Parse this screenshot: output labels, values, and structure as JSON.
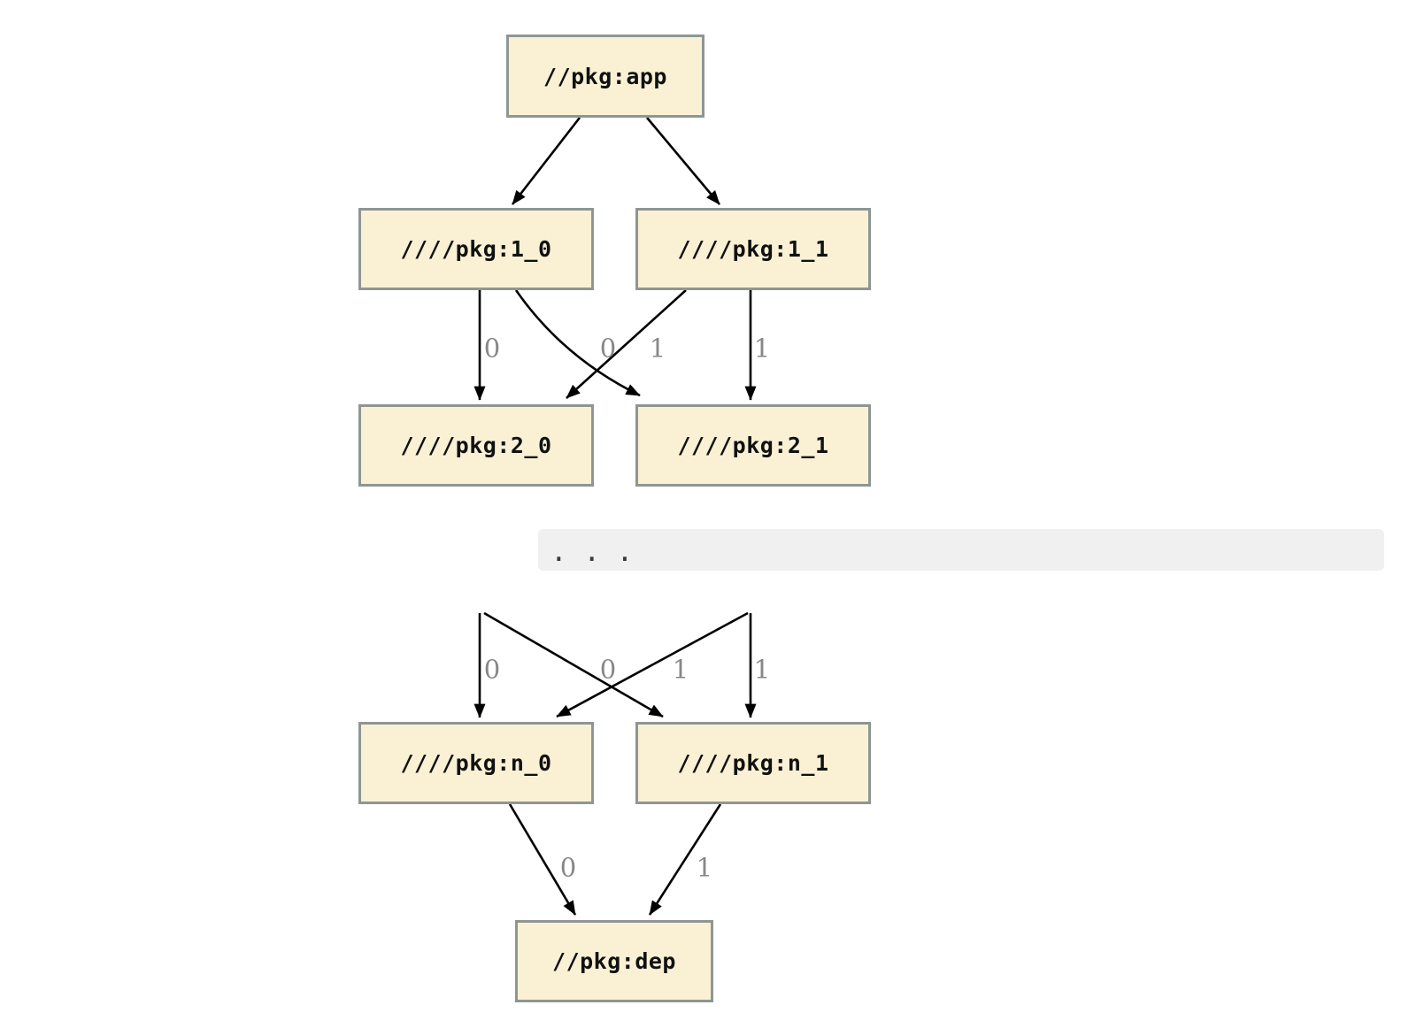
{
  "diagram": {
    "nodes": {
      "app": "//pkg:app",
      "l1_0": "////pkg:1_0",
      "l1_1": "////pkg:1_1",
      "l2_0": "////pkg:2_0",
      "l2_1": "////pkg:2_1",
      "ln_0": "////pkg:n_0",
      "ln_1": "////pkg:n_1",
      "dep": "//pkg:dep"
    },
    "edge_labels": {
      "upper": [
        "0",
        "0",
        "1",
        "1"
      ],
      "middle": [
        "0",
        "0",
        "1",
        "1"
      ],
      "lower": [
        "0",
        "1"
      ]
    },
    "ellipsis": ". . .",
    "colors": {
      "node_fill": "#FAF1D5",
      "node_border": "#8E9694",
      "edge": "#000000",
      "edge_label": "#878787",
      "node_text": "#111111",
      "band_bg": "#F0F0F0",
      "band_text": "#3A3A3A",
      "page_bg": "#FFFFFF"
    }
  }
}
